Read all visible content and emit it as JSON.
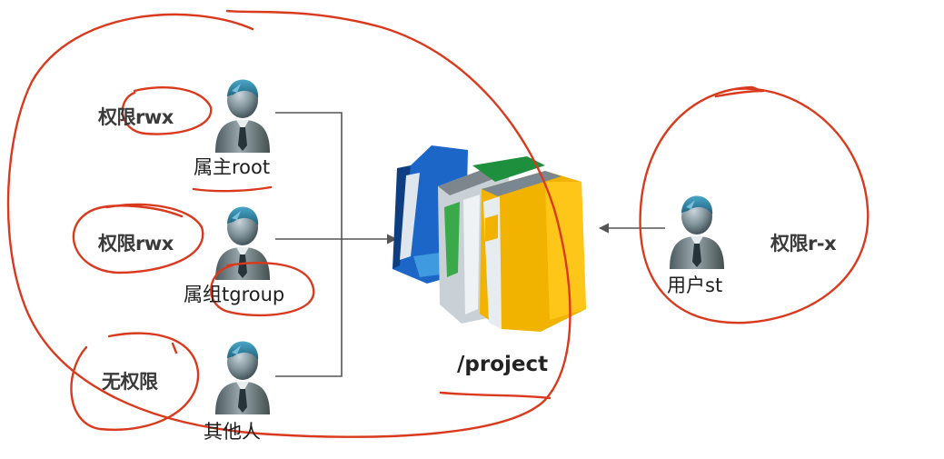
{
  "users": [
    {
      "name": "属主root",
      "permission": "权限rwx"
    },
    {
      "name": "属组tgroup",
      "permission": "权限rwx"
    },
    {
      "name": "其他人",
      "permission": "无权限"
    }
  ],
  "target": {
    "label": "/project"
  },
  "external_user": {
    "name": "用户st",
    "permission": "权限r-x"
  },
  "colors": {
    "annotation": "#d93a1e",
    "connector": "#555555"
  }
}
